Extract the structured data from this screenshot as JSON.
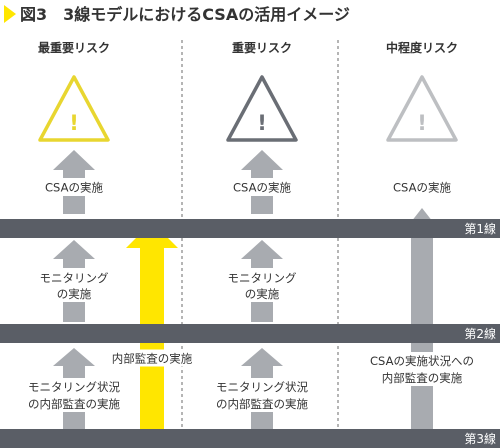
{
  "title": "図3　3線モデルにおけるCSAの活用イメージ",
  "columns": [
    {
      "heading": "最重要リスク"
    },
    {
      "heading": "重要リスク"
    },
    {
      "heading": "中程度リスク"
    }
  ],
  "lines": [
    {
      "label": "第1線"
    },
    {
      "label": "第2線"
    },
    {
      "label": "第3線"
    }
  ],
  "labels": {
    "csa": "CSAの実施",
    "monitoring": [
      "モニタリング",
      "の実施"
    ],
    "monitoring_audit": [
      "モニタリング状況",
      "の内部監査の実施"
    ],
    "internal_audit": "内部監査の実施",
    "csa_audit": [
      "CSAの実施状況への",
      "内部監査の実施"
    ]
  },
  "warning_symbol": "!",
  "icons": {
    "warning": "warning-triangle-icon",
    "arrow": "up-arrow-icon"
  },
  "colors": {
    "accent_yellow": "#ffe600",
    "bar_gray": "#5a5e66",
    "arrow_gray": "#a8abb0",
    "triangle_critical": "#e8d630",
    "triangle_important": "#6a6e75",
    "triangle_moderate": "#bdbfc2",
    "divider": "#6b6b6b"
  }
}
